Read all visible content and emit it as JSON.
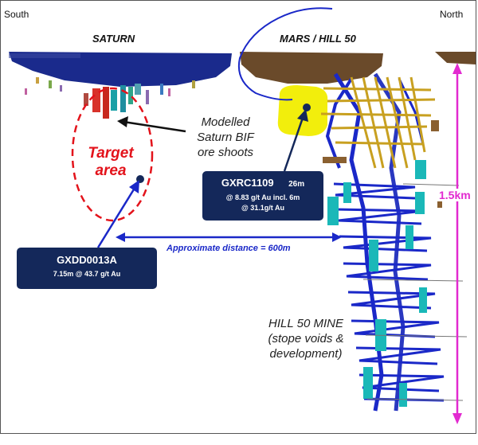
{
  "corners": {
    "left": "South",
    "right": "North"
  },
  "pits": {
    "saturn": "SATURN",
    "mars": "MARS / HILL 50"
  },
  "annotation": {
    "line1": "Modelled",
    "line2": "Saturn BIF",
    "line3": "ore shoots"
  },
  "target": {
    "line1": "Target",
    "line2": "area"
  },
  "gxrc": {
    "id": "GXRC1109",
    "len": "26m",
    "line2": "@ 8.83 g/t Au incl. 6m",
    "line3": "@ 31.1g/t Au"
  },
  "gxdd": {
    "id": "GXDD0013A",
    "line2": "7.15m @ 43.7 g/t Au"
  },
  "distance": "Approximate distance = 600m",
  "scale": "1.5km",
  "mine": {
    "line1": "HILL 50 MINE",
    "line2": "(stope voids &",
    "line3": "development)"
  },
  "colors": {
    "pit_saturn": "#1a2a8c",
    "pit_mars": "#6a4a2a",
    "target_red": "#e3131b",
    "blue_arrow": "#1a28c8",
    "scale_pink": "#e22ad0",
    "label_box": "#14285a",
    "highlight": "#f2ee0c"
  }
}
